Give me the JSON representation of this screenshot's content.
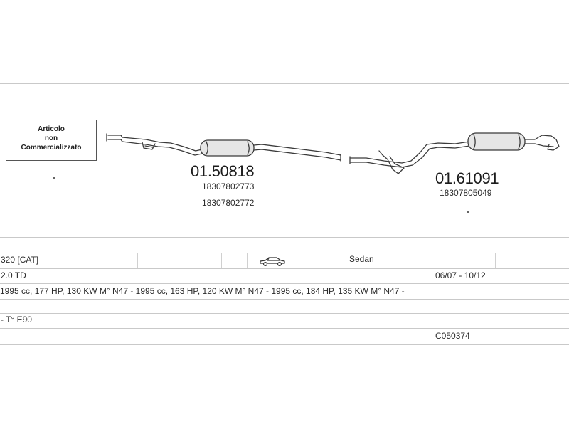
{
  "notice": {
    "line1": "Articolo",
    "line2": "non",
    "line3": "Commercializzato"
  },
  "parts": [
    {
      "number": "01.50818",
      "refs": [
        "18307802773",
        "18307802772"
      ]
    },
    {
      "number": "01.61091",
      "refs": [
        "18307805049"
      ]
    }
  ],
  "table": {
    "model": "320  [CAT]",
    "body_icon": "car-sedan-icon",
    "body_type": "Sedan",
    "engine": "2.0 TD",
    "years": "06/07 - 10/12",
    "specs": "1995 cc, 177 HP, 130 KW M° N47 - 1995 cc, 163 HP, 120 KW M° N47 - 1995 cc, 184 HP, 135 KW M° N47 -",
    "chassis": "- T° E90",
    "code": "C050374"
  },
  "colors": {
    "line": "#c9c9c9",
    "pipe": "#3a3a3a",
    "muffler": "#e6e6e6"
  }
}
